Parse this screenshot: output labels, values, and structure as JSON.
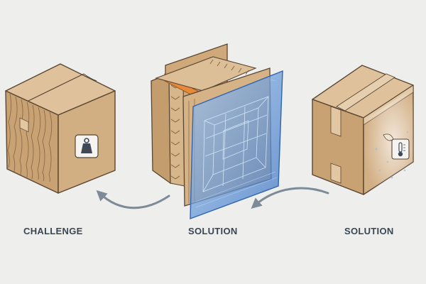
{
  "captions": {
    "left": "CHALLENGE",
    "center": "SOLUTION",
    "right": "SOLUTION"
  },
  "icons": {
    "left_box_badge": "weight-icon",
    "right_box_badge": "thermometer-icon"
  },
  "colors": {
    "background": "#eeeeec",
    "cardboard_front": "#d2ae83",
    "cardboard_side": "#c19a6d",
    "cardboard_top": "#dfc19c",
    "outline": "#5a4633",
    "blueprint": "#5b8fcf",
    "arrow": "#7d8a98",
    "caption_text": "#3a4654"
  }
}
